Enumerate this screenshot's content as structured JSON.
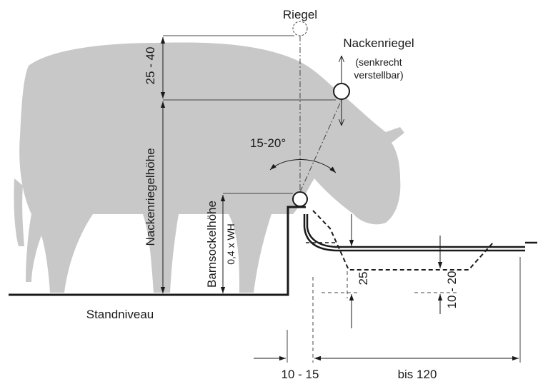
{
  "labels": {
    "riegel": "Riegel",
    "nackenriegel": "Nackenriegel",
    "nackenriegel_note_1": "(senkrecht",
    "nackenriegel_note_2": "verstellbar)",
    "angle": "15-20°",
    "nackenriegelhoehe": "Nackenriegelhöhe",
    "barnsockelhoehe": "Barnsockelhöhe",
    "wh_factor": "0,4 x WH",
    "standniveau": "Standniveau",
    "dim_top": "25 - 40",
    "dim_trough_depth": "25",
    "dim_trough_step": "10 - 20",
    "dim_bottom_left": "10 - 15",
    "dim_bottom_right": "bis 120"
  },
  "colors": {
    "cow_silhouette": "#c8c8c8",
    "line": "#1a1a1a",
    "thin_line": "#444444"
  }
}
